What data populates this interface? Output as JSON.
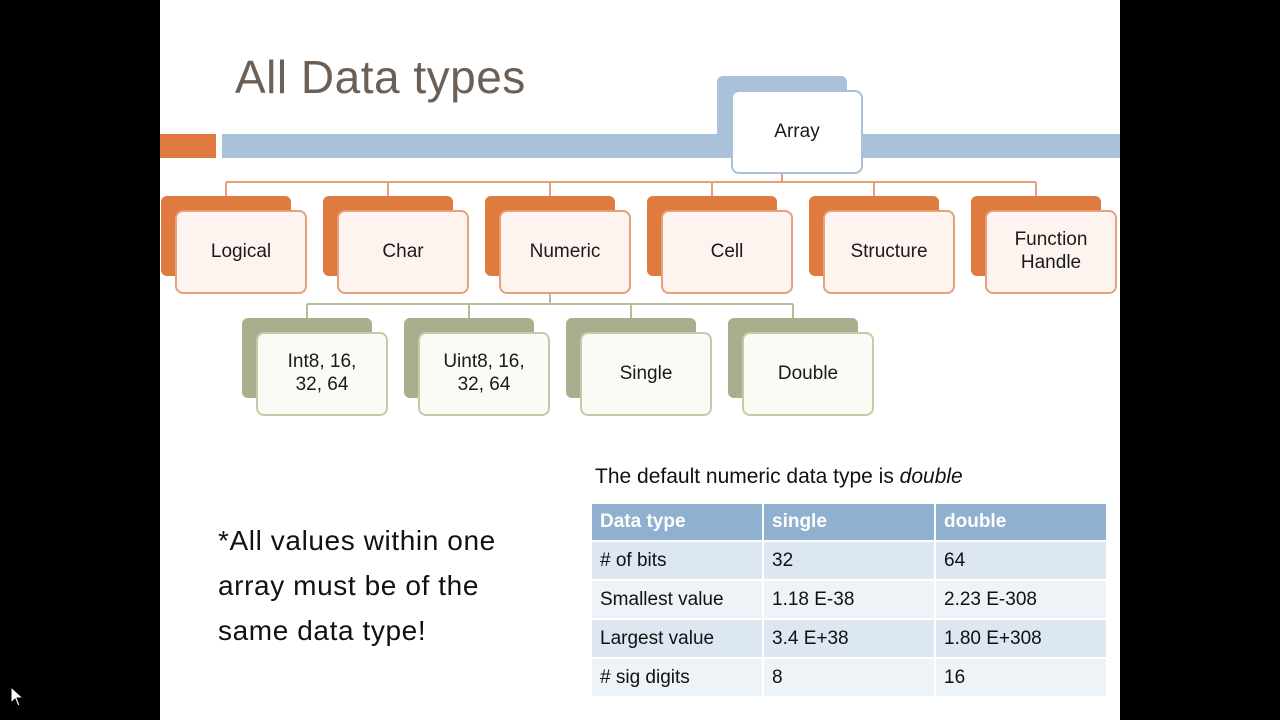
{
  "slide": {
    "title": "All Data types",
    "root_node": "Array",
    "level1_nodes": [
      "Logical",
      "Char",
      "Numeric",
      "Cell",
      "Structure",
      "Function\nHandle"
    ],
    "numeric_nodes": [
      "Int8, 16,\n32, 64",
      "Uint8, 16,\n32, 64",
      "Single",
      "Double"
    ],
    "note": "*All values within one array must be of the same data type!",
    "default_note": {
      "prefix": "The default numeric data type is ",
      "emphasis": "double"
    },
    "table": {
      "headers": [
        "Data type",
        "single",
        "double"
      ],
      "rows": [
        [
          "# of bits",
          "32",
          "64"
        ],
        [
          "Smallest value",
          "1.18 E-38",
          "2.23 E-308"
        ],
        [
          "Largest value",
          "3.4 E+38",
          "1.80 E+308"
        ],
        [
          "# sig digits",
          "8",
          "16"
        ]
      ]
    }
  },
  "colors": {
    "blue_accent": "#a9c2d9",
    "orange_accent": "#e07b3f",
    "green_accent": "#a9ae8c",
    "header_blue": "#8fb0cf"
  },
  "icons": {
    "cursor": "mouse-pointer-icon"
  }
}
